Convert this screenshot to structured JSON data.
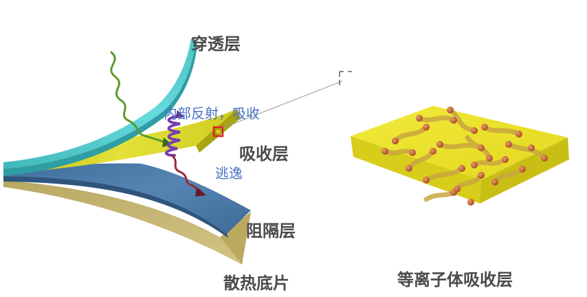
{
  "labels": {
    "penetration_layer": "穿透层",
    "internal_reflection": "内部反射，吸收",
    "absorption_layer": "吸收层",
    "escape": "逃逸",
    "barrier_layer": "阻隔层",
    "heat_sink": "散热底片",
    "plasma_absorption_layer": "等离子体吸收层"
  },
  "colors": {
    "cyan_layer": "#5fd3d6",
    "yellow_layer": "#d6d41e",
    "blue_layer": "#4a78a8",
    "tan_layer": "#c9b873",
    "label_dark": "#4a4a4a",
    "label_blue": "#4a72c4"
  }
}
